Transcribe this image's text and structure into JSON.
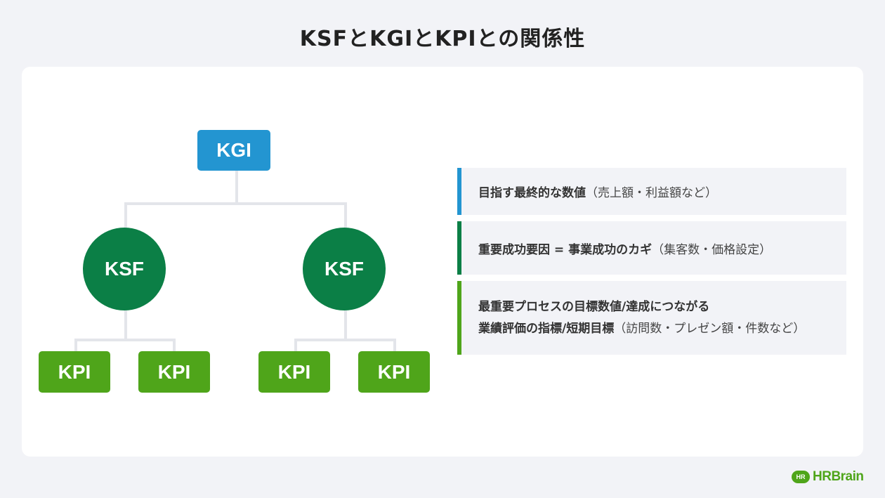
{
  "title": "KSFとKGIとKPIとの関係性",
  "diagram": {
    "kgi_label": "KGI",
    "ksf_labels": [
      "KSF",
      "KSF"
    ],
    "kpi_labels": [
      "KPI",
      "KPI",
      "KPI",
      "KPI"
    ]
  },
  "descriptions": [
    {
      "bold": "目指す最終的な数値",
      "note": "（売上額・利益額など）",
      "color": "#2395d1"
    },
    {
      "bold": "重要成功要因 = 事業成功のカギ",
      "note": "（集客数・価格設定）",
      "color": "#0b7f46"
    },
    {
      "bold_line1": "最重要プロセスの目標数値/達成につながる",
      "bold_line2": "業績評価の指標/短期目標",
      "note": "（訪問数・プレゼン額・件数など）",
      "color": "#4fa51a"
    }
  ],
  "logo": {
    "mark": "HR",
    "text": "HRBrain"
  },
  "colors": {
    "kgi": "#2395d1",
    "ksf": "#0b7f46",
    "kpi": "#4fa51a",
    "connector": "#e3e5ea"
  }
}
